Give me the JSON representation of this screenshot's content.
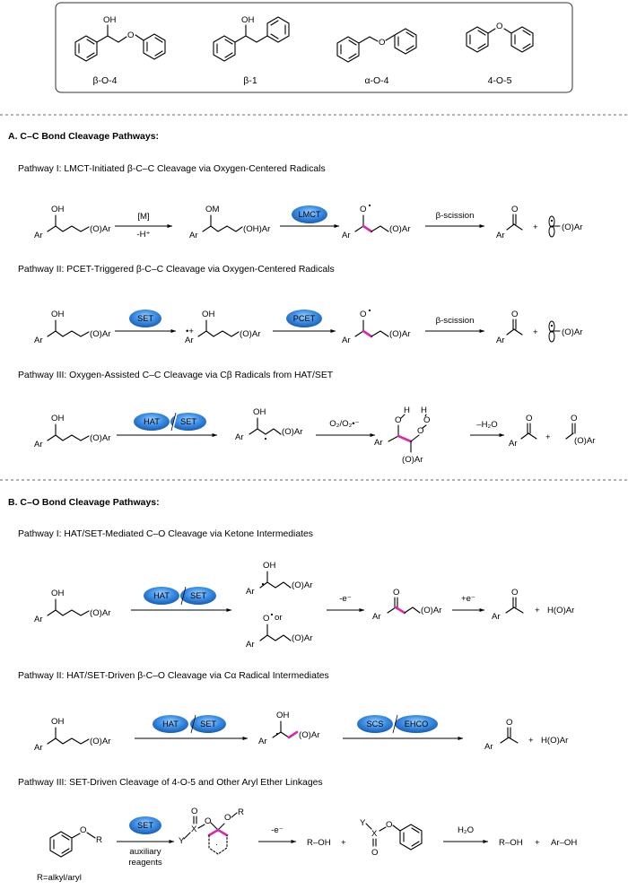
{
  "header": {
    "items": [
      {
        "label": "β-O-4",
        "oh": "OH"
      },
      {
        "label": "β-1",
        "oh": "OH"
      },
      {
        "label": "α-O-4"
      },
      {
        "label": "4-O-5"
      }
    ]
  },
  "sectionA": {
    "title": "A. C–C Bond Cleavage Pathways:",
    "p1": {
      "title": "Pathway I: LMCT-Initiated β-C–C Cleavage via Oxygen-Centered Radicals",
      "reagent_top": "[M]",
      "reagent_bottom": "-H⁺",
      "pill": "LMCT",
      "scission": "β-scission"
    },
    "p2": {
      "title": "Pathway II: PCET-Triggered β-C–C Cleavage via Oxygen-Centered Radicals",
      "pill1": "SET",
      "pill2": "PCET",
      "scission": "β-scission"
    },
    "p3": {
      "title": "Pathway III: Oxygen-Assisted C–C Cleavage via Cβ Radicals from HAT/SET",
      "pill1": "HAT",
      "pill2": "SET",
      "reagent": "O₂/O₂•⁻",
      "water": "–H₂O"
    }
  },
  "sectionB": {
    "title": "B. C–O Bond Cleavage Pathways:",
    "p1": {
      "title": "Pathway I: HAT/SET-Mediated C–O Cleavage via Ketone Intermediates",
      "pill1": "HAT",
      "pill2": "SET",
      "or": "or",
      "minus_e": "-e⁻",
      "plus_e": "+e⁻",
      "product": "H(O)Ar"
    },
    "p2": {
      "title": "Pathway II: HAT/SET-Driven β-C–O Cleavage via Cα Radical Intermediates",
      "pill1": "HAT",
      "pill2": "SET",
      "pill3": "SCS",
      "pill4": "EHCO",
      "product": "H(O)Ar"
    },
    "p3": {
      "title": "Pathway III: SET-Driven Cleavage of 4-O-5 and Other Aryl Ether Linkages",
      "pill": "SET",
      "aux1": "auxiliary",
      "aux2": "reagents",
      "minus_e": "-e⁻",
      "water": "H₂O",
      "roh": "R–OH",
      "aroh": "Ar–OH",
      "r_def": "R=alkyl/aryl"
    }
  },
  "labels": {
    "ar": "Ar",
    "oar": "(O)Ar",
    "ohar": "(OH)Ar",
    "oh": "OH",
    "om": "OM",
    "o": "O",
    "plus": "+",
    "h": "H",
    "y": "Y",
    "x": "X",
    "r": "R"
  },
  "colors": {
    "pill": "#3a8ee6",
    "highlight": "#d62aa8"
  }
}
